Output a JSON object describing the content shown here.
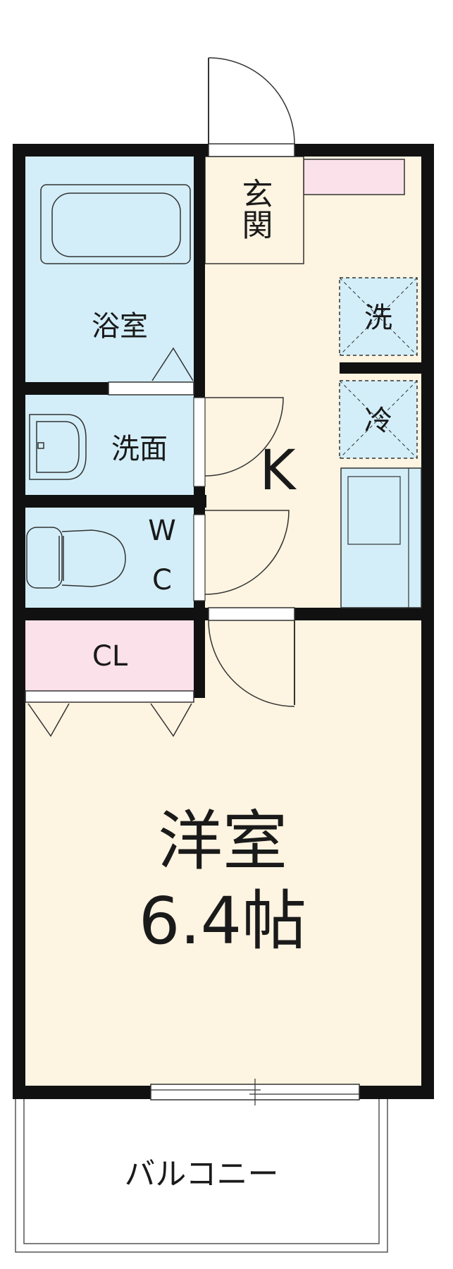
{
  "rooms": {
    "entrance": "玄関",
    "bathroom": "浴室",
    "washroom": "洗面",
    "toilet_line1": "W",
    "toilet_line2": "C",
    "kitchen": "K",
    "washer": "洗",
    "fridge": "冷",
    "closet": "CL",
    "western_room": "洋室",
    "western_room_size": "6.4帖",
    "balcony": "バルコニー"
  },
  "colors": {
    "wet_area": "#d3eef8",
    "floor": "#fdf4e1",
    "storage": "#fbe2ea",
    "wall": "#111111"
  }
}
